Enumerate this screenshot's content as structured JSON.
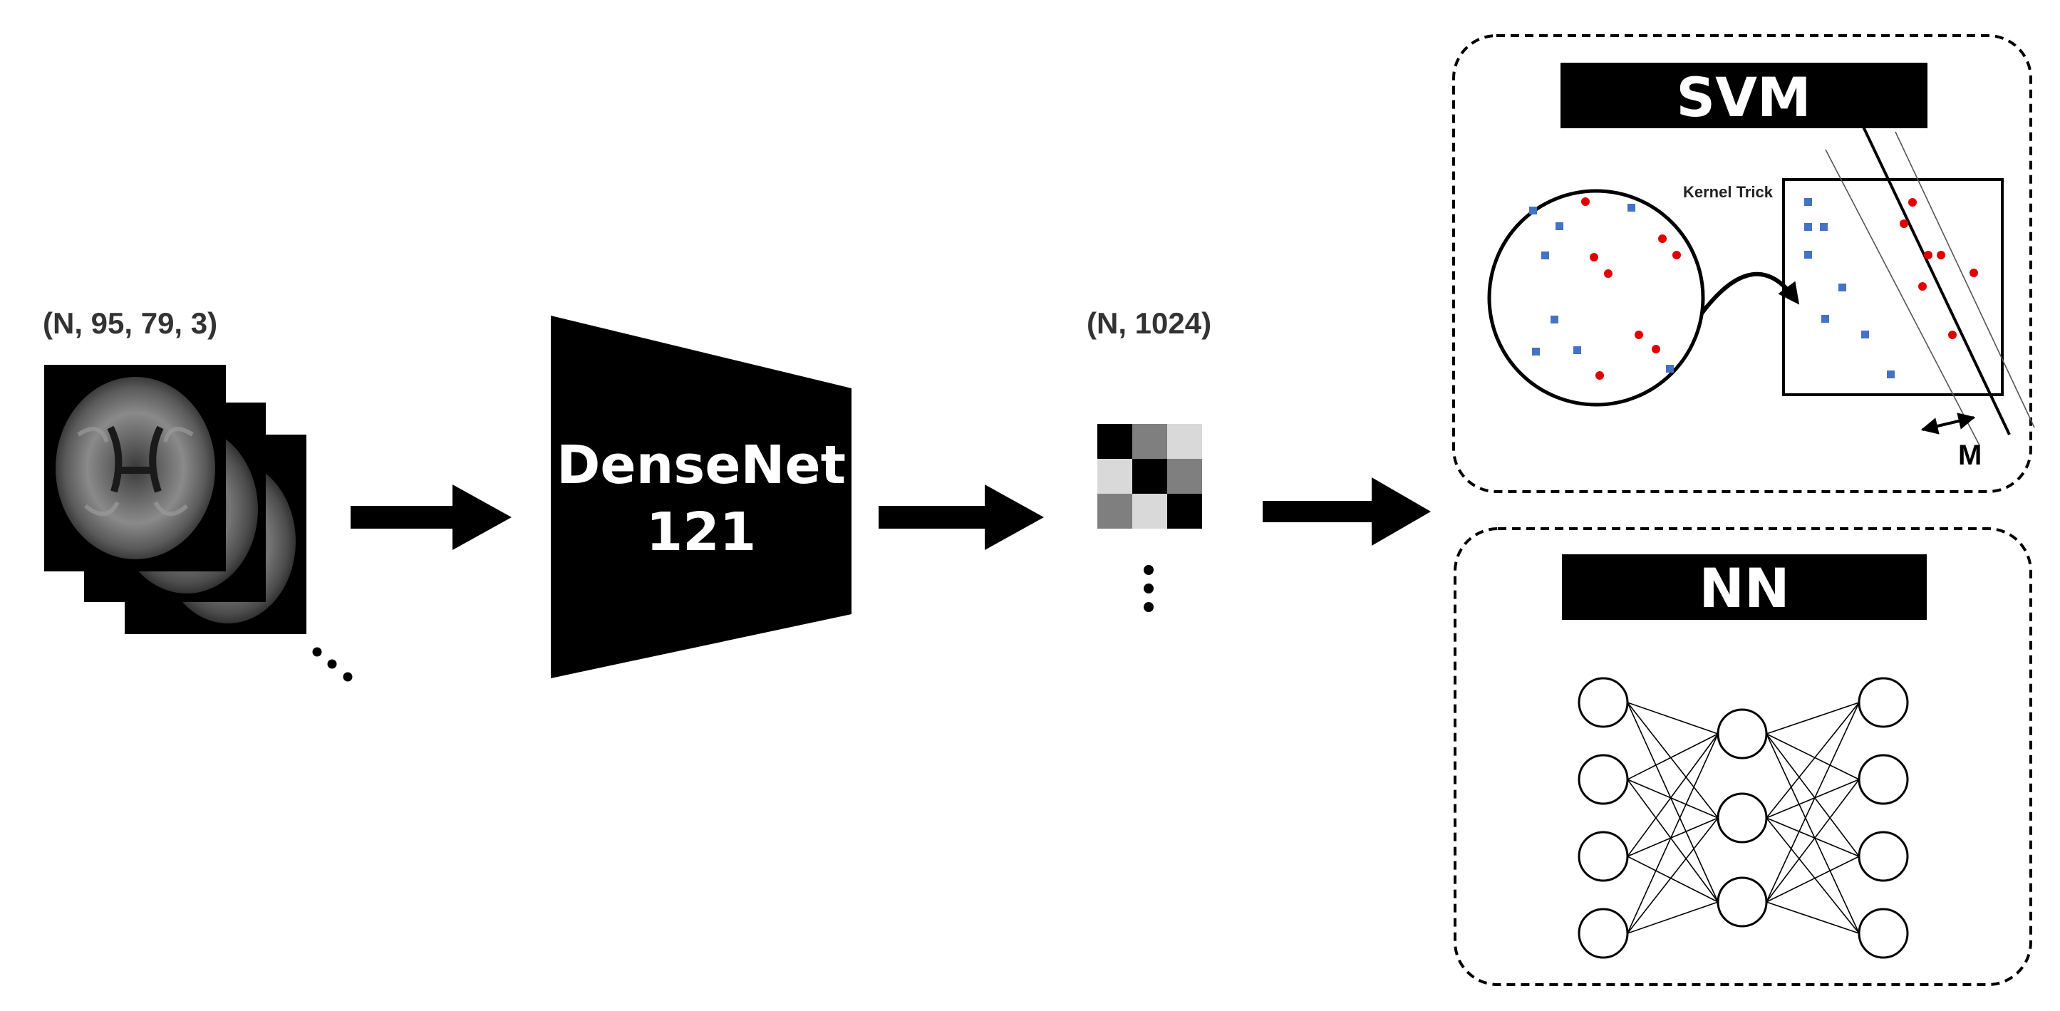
{
  "input": {
    "shape_label": "(N, 95, 79, 3)",
    "slice_icon": "brain-mri-slice-icon",
    "continuation_icon": "ellipsis-icon"
  },
  "densenet": {
    "line1": "DenseNet",
    "line2": "121"
  },
  "features": {
    "shape_label": "(N, 1024)",
    "feature_matrix": [
      [
        "#000000",
        "#7f7f7f",
        "#d9d9d9"
      ],
      [
        "#d9d9d9",
        "#000000",
        "#7f7f7f"
      ],
      [
        "#7f7f7f",
        "#d9d9d9",
        "#000000"
      ]
    ],
    "continuation_icon": "vertical-ellipsis-icon"
  },
  "svm": {
    "title": "SVM",
    "kernel_label": "Kernel Trick",
    "margin_label": "M",
    "class_a_color": "#4472c4",
    "class_b_color": "#e00000"
  },
  "nn": {
    "title": "NN",
    "layers": [
      4,
      3,
      4
    ]
  },
  "colors": {
    "ink": "#000000",
    "background": "#ffffff"
  }
}
